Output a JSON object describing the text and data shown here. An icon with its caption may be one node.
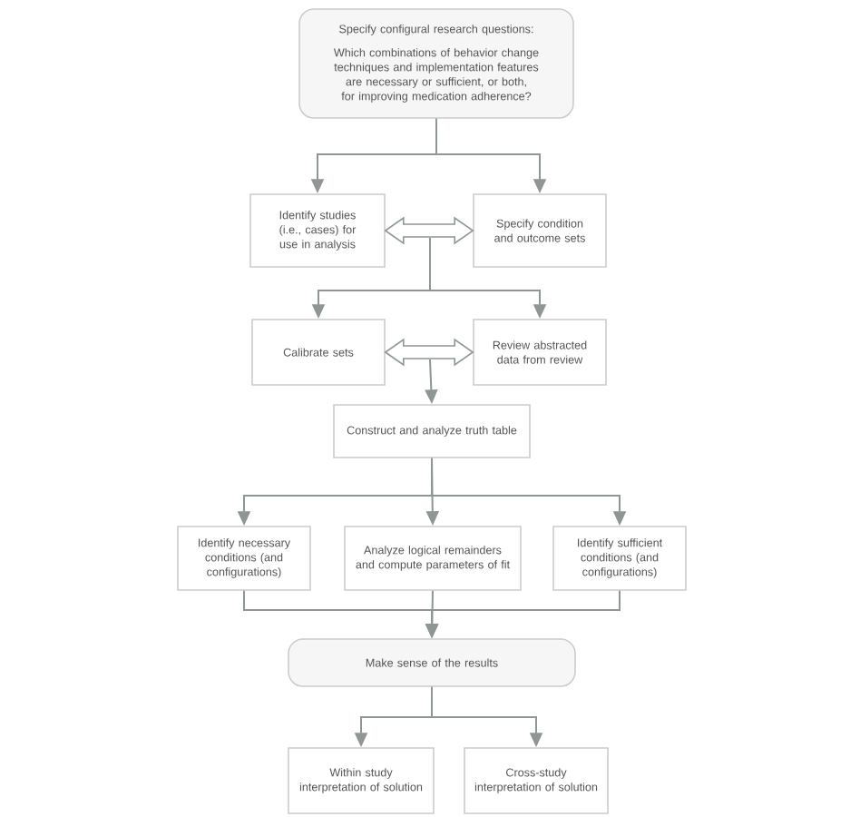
{
  "diagram": {
    "nodes": [
      {
        "text": [
          "Specify configural research questions:",
          "Which combinations of behavior change techniques and implementation features are necessary or sufficient, or both, for improving medication adherence?"
        ]
      },
      {
        "text": [
          "Identify studies  (i.e., cases) for use in analysis"
        ]
      },
      {
        "text": [
          "Specify condition and outcome sets"
        ]
      },
      {
        "text": [
          "Calibrate sets"
        ]
      },
      {
        "text": [
          "Review abstracted data from review"
        ]
      },
      {
        "text": [
          "Construct and analyze truth table"
        ]
      },
      {
        "text": [
          "Identify necessary conditions (and configurations)"
        ]
      },
      {
        "text": [
          "Analyze logical remainders and compute parameters of fit"
        ]
      },
      {
        "text": [
          "Identify sufficient conditions (and configurations)"
        ]
      },
      {
        "text": [
          "Make sense of the results"
        ]
      },
      {
        "text": [
          "Within study interpretation of solution"
        ]
      },
      {
        "text": [
          "Cross-study interpretation of solution"
        ]
      }
    ],
    "edges": [
      {
        "from": 0,
        "to": 1,
        "arrow": "to"
      },
      {
        "from": 0,
        "to": 2,
        "arrow": "to"
      },
      {
        "from": 1,
        "to": 2,
        "arrow": "both",
        "style": "thick"
      },
      {
        "from": null,
        "to": 3,
        "arrow": "to"
      },
      {
        "from": null,
        "to": 4,
        "arrow": "to"
      },
      {
        "from": 3,
        "to": 4,
        "arrow": "both",
        "style": "thick"
      },
      {
        "from": null,
        "to": 5,
        "arrow": "to"
      },
      {
        "from": 5,
        "to": 6,
        "arrow": "to"
      },
      {
        "from": 5,
        "to": 7,
        "arrow": "to"
      },
      {
        "from": 5,
        "to": 8,
        "arrow": "to"
      },
      {
        "from": 6,
        "to": 9,
        "arrow": "to"
      },
      {
        "from": 7,
        "to": 9,
        "arrow": "to"
      },
      {
        "from": 8,
        "to": 9,
        "arrow": "to"
      },
      {
        "from": 9,
        "to": 10,
        "arrow": "to"
      },
      {
        "from": 9,
        "to": 11,
        "arrow": "to"
      }
    ]
  }
}
